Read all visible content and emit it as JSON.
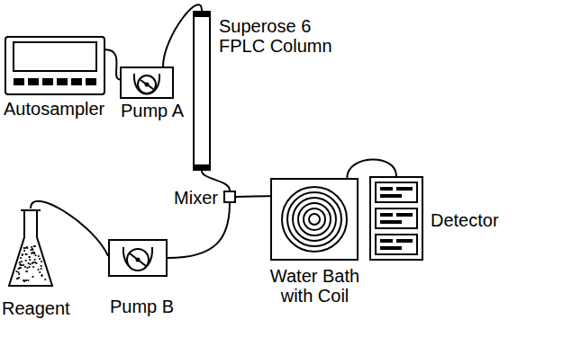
{
  "diagram": {
    "nodes": [
      {
        "text": [
          "Autosampler"
        ]
      },
      {
        "text": [
          "Pump A"
        ]
      },
      {
        "text": [
          "Superose 6 FPLC Column"
        ]
      },
      {
        "text": [
          "Mixer"
        ]
      },
      {
        "text": [
          "Water Bath with Coil"
        ]
      },
      {
        "text": [
          "Detector"
        ]
      },
      {
        "text": [
          "Reagent"
        ]
      },
      {
        "text": [
          "Pump B"
        ]
      }
    ],
    "edges": [
      {
        "from": 0,
        "to": 1,
        "arrow": "none"
      },
      {
        "from": 1,
        "to": 2,
        "arrow": "none"
      },
      {
        "from": 2,
        "to": 3,
        "arrow": "none"
      },
      {
        "from": 6,
        "to": 7,
        "arrow": "none"
      },
      {
        "from": 7,
        "to": 3,
        "arrow": "none"
      },
      {
        "from": 3,
        "to": 4,
        "arrow": "none"
      },
      {
        "from": 4,
        "to": 5,
        "arrow": "none"
      }
    ]
  }
}
